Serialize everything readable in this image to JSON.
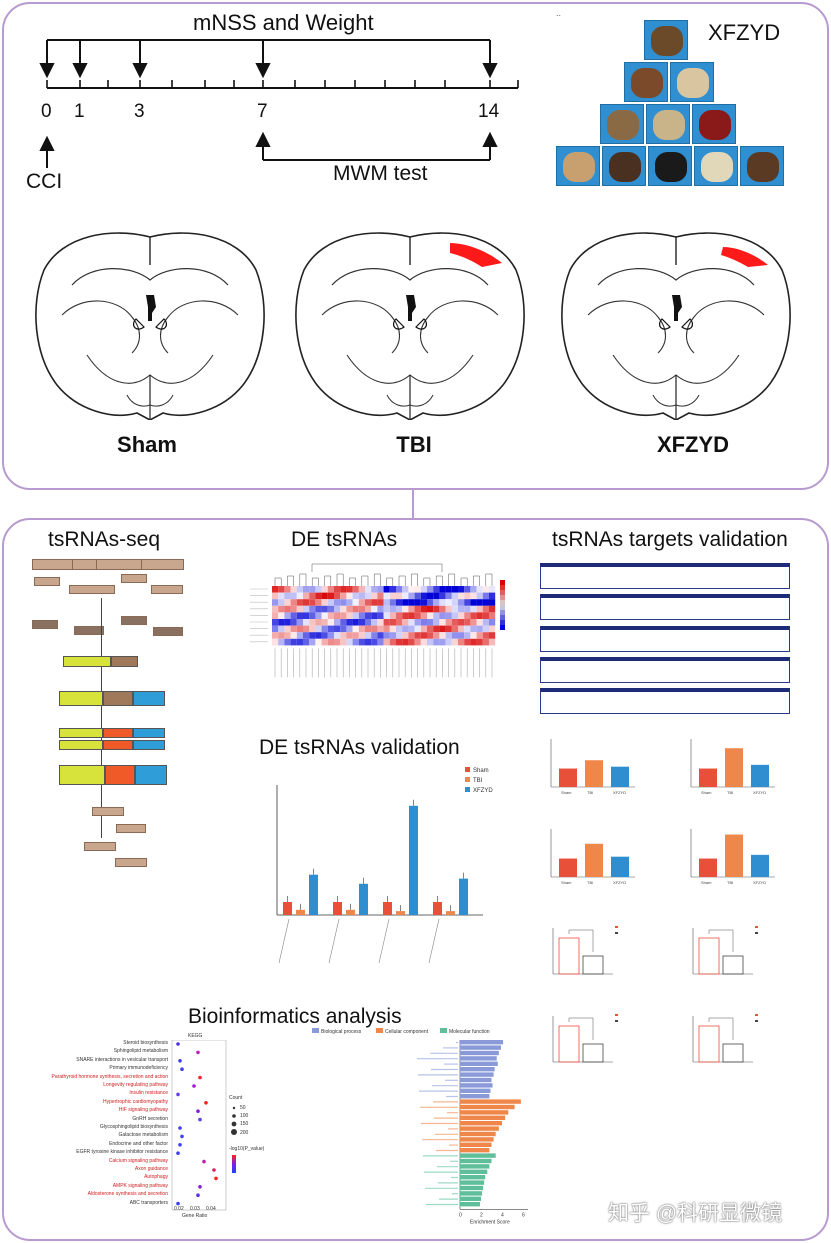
{
  "timeline": {
    "top_label": "mNSS and Weight",
    "ticks": [
      "0",
      "1",
      "3",
      "7",
      "14"
    ],
    "start_label": "CCI",
    "bottom_label": "MWM test"
  },
  "herbs": {
    "title": "XFZYD",
    "dot": ".."
  },
  "brains": {
    "labels": [
      "Sham",
      "TBI",
      "XFZYD"
    ],
    "lesion_color": "#ff1a1a"
  },
  "sections": {
    "seq": "tsRNAs-seq",
    "de": "DE tsRNAs",
    "de_validation": "DE tsRNAs validation",
    "targets": "tsRNAs targets validation",
    "bio": "Bioinformatics analysis"
  },
  "de_validation_chart": {
    "legend": [
      "Sham",
      "TBI",
      "XFZYD"
    ],
    "colors": [
      "#e8503a",
      "#f0874a",
      "#2f8ecf"
    ],
    "values": [
      [
        1.0,
        0.4,
        3.1
      ],
      [
        1.0,
        0.4,
        2.4
      ],
      [
        1.0,
        0.3,
        8.4
      ],
      [
        1.0,
        0.3,
        2.8
      ]
    ],
    "ylim": [
      0,
      10
    ]
  },
  "target_bars": {
    "colors": [
      "#e8503a",
      "#f0874a",
      "#2f8ecf"
    ],
    "groups": [
      "Sham",
      "TBI",
      "XFZYD"
    ],
    "panels": [
      [
        1.0,
        1.45,
        1.1
      ],
      [
        1.0,
        2.1,
        1.2
      ],
      [
        1.0,
        1.8,
        1.1
      ],
      [
        1.0,
        2.3,
        1.2
      ]
    ]
  },
  "kegg": {
    "title": "KEGG",
    "terms": [
      {
        "t": "Steroid biosynthesis",
        "red": false
      },
      {
        "t": "Sphingolipid metabolism",
        "red": false
      },
      {
        "t": "SNARE interactions in vesicular transport",
        "red": false
      },
      {
        "t": "Primary immunodeficiency",
        "red": false
      },
      {
        "t": "Parathyroid hormone synthesis, secretion and action",
        "red": true
      },
      {
        "t": "Longevity regulating pathway",
        "red": true
      },
      {
        "t": "Insulin resistance",
        "red": true
      },
      {
        "t": "Hypertrophic cardiomyopathy",
        "red": true
      },
      {
        "t": "HIF signaling pathway",
        "red": true
      },
      {
        "t": "GnRH secretion",
        "red": false
      },
      {
        "t": "Glycosphingolipid biosynthesis",
        "red": false
      },
      {
        "t": "Galactose metabolism",
        "red": false
      },
      {
        "t": "Endocrine and other factor",
        "red": false
      },
      {
        "t": "EGFR tyrosine kinase inhibitor resistance",
        "red": false
      },
      {
        "t": "Calcium signaling pathway",
        "red": true
      },
      {
        "t": "Axon guidance",
        "red": true
      },
      {
        "t": "Autophagy",
        "red": true
      },
      {
        "t": "AMPK signaling pathway",
        "red": true
      },
      {
        "t": "Aldosterone synthesis and secretion",
        "red": true
      },
      {
        "t": "ABC transporters",
        "red": false
      }
    ],
    "xlabel": "Gene Ratio",
    "xticks": [
      "0.02",
      "0.03",
      "0.04"
    ],
    "count_label": "Count",
    "count_values": [
      "50",
      "100",
      "150",
      "200"
    ],
    "pval_label": "-log10(P_value)"
  },
  "go": {
    "legend": [
      "Biological process",
      "Cellular component",
      "Molecular function"
    ],
    "colors": [
      "#8a9ad8",
      "#f0874a",
      "#5fbf9a"
    ],
    "xlabel": "Enrichment Score",
    "xticks": [
      "0",
      "2",
      "4",
      "6"
    ],
    "bars": [
      {
        "c": 0,
        "v": 4.1
      },
      {
        "c": 0,
        "v": 3.9
      },
      {
        "c": 0,
        "v": 3.7
      },
      {
        "c": 0,
        "v": 3.5
      },
      {
        "c": 0,
        "v": 3.6
      },
      {
        "c": 0,
        "v": 3.3
      },
      {
        "c": 0,
        "v": 3.2
      },
      {
        "c": 0,
        "v": 3.0
      },
      {
        "c": 0,
        "v": 3.1
      },
      {
        "c": 0,
        "v": 2.9
      },
      {
        "c": 0,
        "v": 2.8
      },
      {
        "c": 1,
        "v": 5.8
      },
      {
        "c": 1,
        "v": 5.2
      },
      {
        "c": 1,
        "v": 4.6
      },
      {
        "c": 1,
        "v": 4.3
      },
      {
        "c": 1,
        "v": 4.0
      },
      {
        "c": 1,
        "v": 3.7
      },
      {
        "c": 1,
        "v": 3.4
      },
      {
        "c": 1,
        "v": 3.2
      },
      {
        "c": 1,
        "v": 3.0
      },
      {
        "c": 1,
        "v": 2.8
      },
      {
        "c": 2,
        "v": 3.4
      },
      {
        "c": 2,
        "v": 3.0
      },
      {
        "c": 2,
        "v": 2.8
      },
      {
        "c": 2,
        "v": 2.6
      },
      {
        "c": 2,
        "v": 2.4
      },
      {
        "c": 2,
        "v": 2.3
      },
      {
        "c": 2,
        "v": 2.2
      },
      {
        "c": 2,
        "v": 2.1
      },
      {
        "c": 2,
        "v": 2.0
      },
      {
        "c": 2,
        "v": 1.9
      }
    ]
  },
  "watermark": "知乎 @科研显微镜"
}
